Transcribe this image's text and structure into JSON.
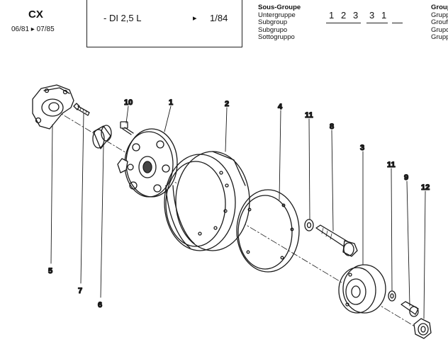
{
  "header": {
    "model": "CX",
    "dates": "06/81 ▸ 07/85",
    "engine": "- DI 2,5 L",
    "page_arrow": "▸",
    "page": "1/84",
    "subgroup_labels": [
      "Sous-Groupe",
      "Untergruppe",
      "Subgroup",
      "Subgrupo",
      "Sottogruppo"
    ],
    "subgroup_code": [
      "1",
      "2",
      "3",
      "3",
      "1"
    ],
    "group_labels": [
      "Group",
      "Grupp",
      "Grouf",
      "Grupo",
      "Grupp"
    ]
  },
  "diagram": {
    "callouts": [
      "10",
      "1",
      "2",
      "4",
      "11",
      "8",
      "3",
      "11",
      "9",
      "12",
      "5",
      "7",
      "6"
    ]
  }
}
